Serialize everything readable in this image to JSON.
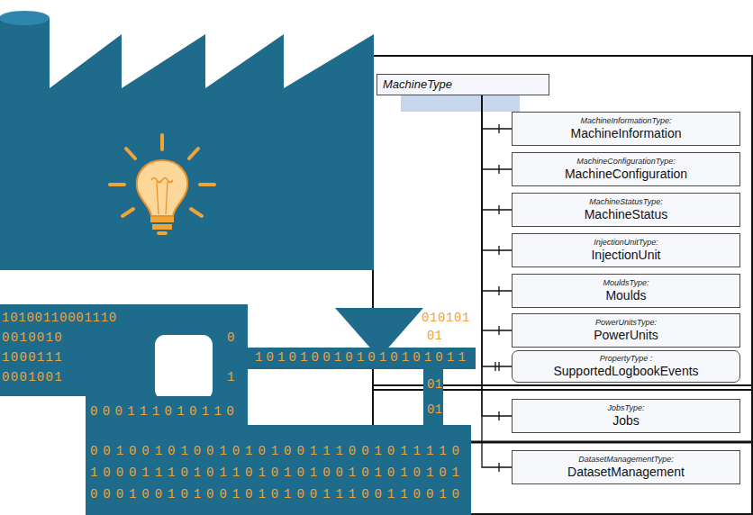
{
  "diagram": {
    "nodes": [
      {
        "text": [
          "MachineType"
        ]
      },
      {
        "text": [
          "MachineInformationType:",
          "MachineInformation"
        ]
      },
      {
        "text": [
          "MachineConfigurationType:",
          "MachineConfiguration"
        ]
      },
      {
        "text": [
          "MachineStatusType:",
          "MachineStatus"
        ]
      },
      {
        "text": [
          "InjectionUnitType:",
          "InjectionUnit"
        ]
      },
      {
        "text": [
          "MouldsType:",
          "Moulds"
        ]
      },
      {
        "text": [
          "PowerUnitsType:",
          "PowerUnits"
        ]
      },
      {
        "text": [
          "PropertyType :",
          "SupportedLogbookEvents"
        ]
      },
      {
        "text": [
          "JobsType:",
          "Jobs"
        ]
      },
      {
        "text": [
          "DatasetManagementType:",
          "DatasetManagement"
        ]
      }
    ],
    "edges": [
      {
        "from": 0,
        "to": 1,
        "arrow": "none"
      },
      {
        "from": 0,
        "to": 2,
        "arrow": "none"
      },
      {
        "from": 0,
        "to": 3,
        "arrow": "none"
      },
      {
        "from": 0,
        "to": 4,
        "arrow": "none"
      },
      {
        "from": 0,
        "to": 5,
        "arrow": "none"
      },
      {
        "from": 0,
        "to": 6,
        "arrow": "none"
      },
      {
        "from": 0,
        "to": 7,
        "arrow": "none"
      },
      {
        "from": 0,
        "to": 8,
        "arrow": "none"
      },
      {
        "from": 0,
        "to": 9,
        "arrow": "none"
      }
    ],
    "labels": [
      "10100110001110",
      "010101",
      "0010010",
      "0",
      "01",
      "1000111",
      "1010100101010101011",
      "0001001",
      "1",
      "01",
      "000111010110",
      "01",
      "00100101001010100111001011110",
      "10001110101101010100101010101",
      "00010010100101010011100110010"
    ]
  }
}
